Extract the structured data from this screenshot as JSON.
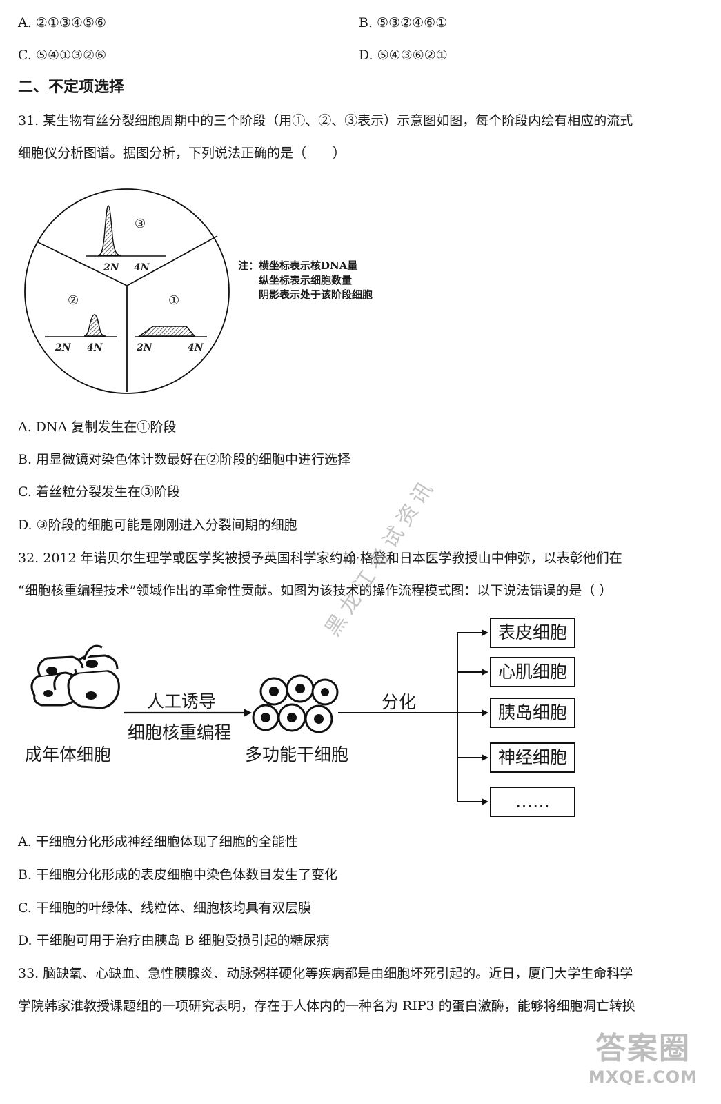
{
  "prev_options": {
    "A": "A.  ②①③④⑤⑥",
    "B": "B.  ⑤③②④⑥①",
    "C": "C.  ⑤④①③②⑥",
    "D": "D.  ⑤④③⑥②①"
  },
  "section2_title": "二、不定项选择",
  "q31": {
    "stem_line1": "31. 某生物有丝分裂细胞周期中的三个阶段（用①、②、③表示）示意图如图，每个阶段内绘有相应的流式",
    "stem_line2": "细胞仪分析图谱。据图分析，下列说法正确的是（　　）",
    "figure": {
      "stage3": "③",
      "stage2": "②",
      "stage1": "①",
      "ticks": {
        "n2": "2N",
        "n4": "4N"
      },
      "note": [
        "注：横坐标表示核DNA量",
        "纵坐标表示细胞数量",
        "阴影表示处于该阶段细胞"
      ]
    },
    "options": {
      "A": "A.  DNA 复制发生在①阶段",
      "B": "B.  用显微镜对染色体计数最好在②阶段的细胞中进行选择",
      "C": "C.  着丝粒分裂发生在③阶段",
      "D": "D.  ③阶段的细胞可能是刚刚进入分裂间期的细胞"
    }
  },
  "q32": {
    "stem_line1": "32. 2012 年诺贝尔生理学或医学奖被授予英国科学家约翰·格登和日本医学教授山中伸弥，以表彰他们在",
    "stem_line2": "“细胞核重编程技术”领域作出的革命性贡献。如图为该技术的操作流程模式图：以下说法错误的是（ ）",
    "figure": {
      "adult_cells": "成年体细胞",
      "arrow_top": "人工诱导",
      "arrow_bottom": "细胞核重编程",
      "stem_cells": "多功能干细胞",
      "differentiate": "分化",
      "outputs": [
        "表皮细胞",
        "心肌细胞",
        "胰岛细胞",
        "神经细胞",
        "……"
      ]
    },
    "options": {
      "A": "A.  干细胞分化形成神经细胞体现了细胞的全能性",
      "B": "B.  干细胞分化形成的表皮细胞中染色体数目发生了变化",
      "C": "C.  干细胞的叶绿体、线粒体、细胞核均具有双层膜",
      "D": "D.  干细胞可用于治疗由胰岛 B 细胞受损引起的糖尿病"
    }
  },
  "q33": {
    "stem_line1": "33. 脑缺氧、心缺血、急性胰腺炎、动脉粥样硬化等疾病都是由细胞坏死引起的。近日，厦门大学生命科学",
    "stem_line2": "学院韩家淮教授课题组的一项研究表明，存在于人体内的一种名为 RIP3 的蛋白激酶，能够将细胞凋亡转换"
  },
  "watermark": "黑龙江考试资讯",
  "corner_logo": {
    "line1": "答案圈",
    "line2": "MXQE.COM"
  }
}
